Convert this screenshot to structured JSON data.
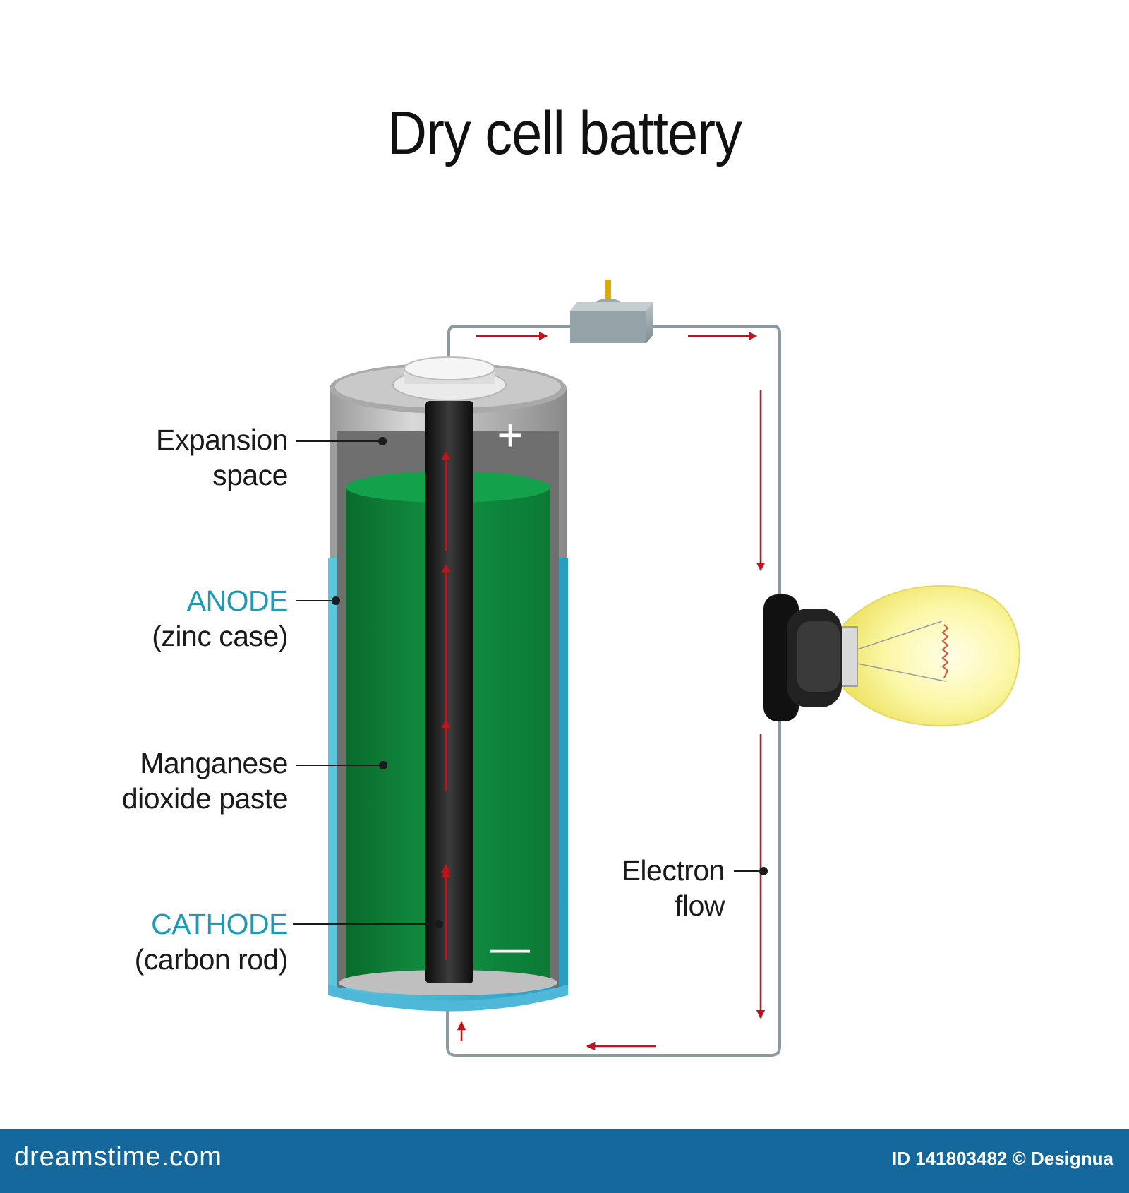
{
  "title": "Dry cell battery",
  "labels": {
    "expansion_space": [
      "Expansion",
      "space"
    ],
    "anode": {
      "name": "ANODE",
      "detail": "(zinc case)"
    },
    "paste": [
      "Manganese",
      "dioxide paste"
    ],
    "cathode": {
      "name": "CATHODE",
      "detail": "(carbon rod)"
    },
    "electron_flow": [
      "Electron",
      "flow"
    ]
  },
  "terminals": {
    "positive": "+",
    "negative": "—"
  },
  "footer": {
    "brand": "dreamstime.com",
    "info": "ID 141803482 © Designua"
  },
  "colors": {
    "label_accent": "#1d9bb5",
    "wire": "#8a9aa0",
    "arrow": "#c0131b",
    "paste": "#0e8a3c",
    "footer_bg": "#15689b"
  }
}
